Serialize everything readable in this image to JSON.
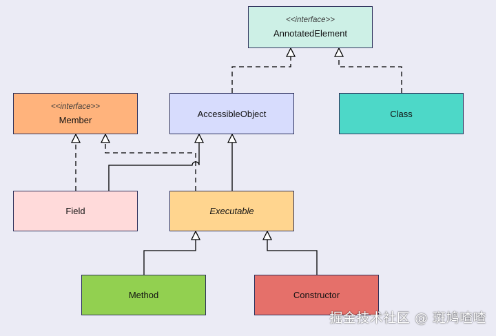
{
  "diagram": {
    "classes": {
      "annotated_element": {
        "stereotype": "<<interface>>",
        "name": "AnnotatedElement",
        "color": "#cdf0e6"
      },
      "member": {
        "stereotype": "<<interface>>",
        "name": "Member",
        "color": "#ffb37c"
      },
      "accessible_object": {
        "name": "AccessibleObject",
        "color": "#d7dcfd"
      },
      "class": {
        "name": "Class",
        "color": "#4dd8c8"
      },
      "field": {
        "name": "Field",
        "color": "#ffdada"
      },
      "executable": {
        "name": "Executable",
        "color": "#ffd58f"
      },
      "method": {
        "name": "Method",
        "color": "#92d050"
      },
      "constructor": {
        "name": "Constructor",
        "color": "#e5706a"
      }
    },
    "relations": [
      {
        "from": "AccessibleObject",
        "to": "AnnotatedElement",
        "type": "realization"
      },
      {
        "from": "Class",
        "to": "AnnotatedElement",
        "type": "realization"
      },
      {
        "from": "Field",
        "to": "Member",
        "type": "realization"
      },
      {
        "from": "Field",
        "to": "AccessibleObject",
        "type": "generalization"
      },
      {
        "from": "Executable",
        "to": "Member",
        "type": "realization"
      },
      {
        "from": "Executable",
        "to": "AccessibleObject",
        "type": "generalization"
      },
      {
        "from": "Method",
        "to": "Executable",
        "type": "generalization"
      },
      {
        "from": "Constructor",
        "to": "Executable",
        "type": "generalization"
      }
    ]
  },
  "watermark": "掘金技术社区 @ 斑鸠喳喳"
}
